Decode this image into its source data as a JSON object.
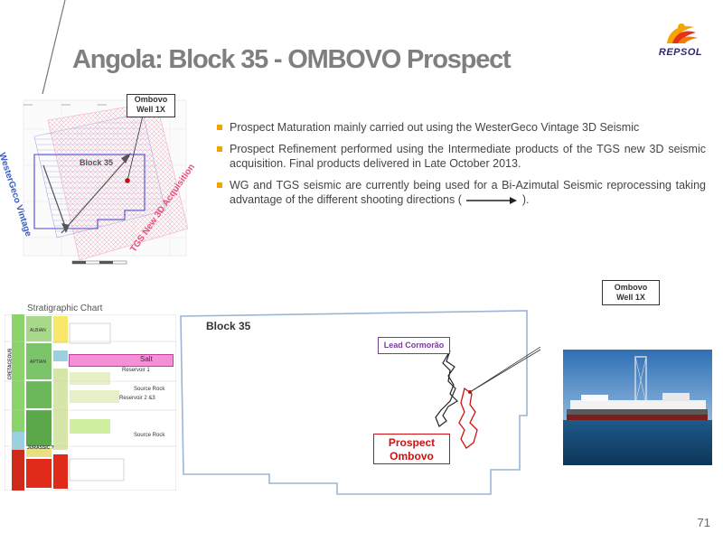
{
  "slide": {
    "title": "Angola: Block 35 - OMBOVO Prospect",
    "page_number": "71",
    "logo_text": "REPSOL"
  },
  "bullets": [
    {
      "text": "Prospect Maturation mainly carried out using the WesterGeco Vintage 3D Seismic"
    },
    {
      "text": "Prospect Refinement performed using the Intermediate products of the TGS new 3D seismic acquisition. Final products  delivered in Late October 2013."
    },
    {
      "text_before": "WG and TGS seismic are currently being used for a Bi-Azimutal Seismic reprocessing taking advantage of the different shooting directions (",
      "text_after": ")."
    }
  ],
  "survey_map": {
    "callout": "Ombovo\nWell 1X",
    "block_label": "Block 35",
    "westergeco_label": "WesterGeco Vintage",
    "tgs_label": "TGS New 3D Acquisition"
  },
  "strat_chart": {
    "title": "Stratigraphic Chart",
    "salt": "Salt",
    "reservoir1": "Reservoir 1",
    "source_rock_1": "Source Rock",
    "reservoir23": "Reservoir 2 &3",
    "source_rock_2": "Source Rock",
    "ages": [
      "CRETACEOUS",
      "JURASSIC ?"
    ],
    "formations": [
      "ALBIAN",
      "APTIAN"
    ]
  },
  "block_map": {
    "block_label": "Block 35",
    "lead": "Lead Cormorão",
    "prospect_line1": "Prospect",
    "prospect_line2": "Ombovo",
    "callout": "Ombovo\nWell 1X"
  },
  "colors": {
    "title": "#7f7f7f",
    "bullet": "#f2a200",
    "prospect": "#d01010",
    "lead": "#7a3a9a",
    "westergeco": "#3a5bc8",
    "tgs": "#e0507a",
    "block_outline": "#9ab6d6"
  }
}
